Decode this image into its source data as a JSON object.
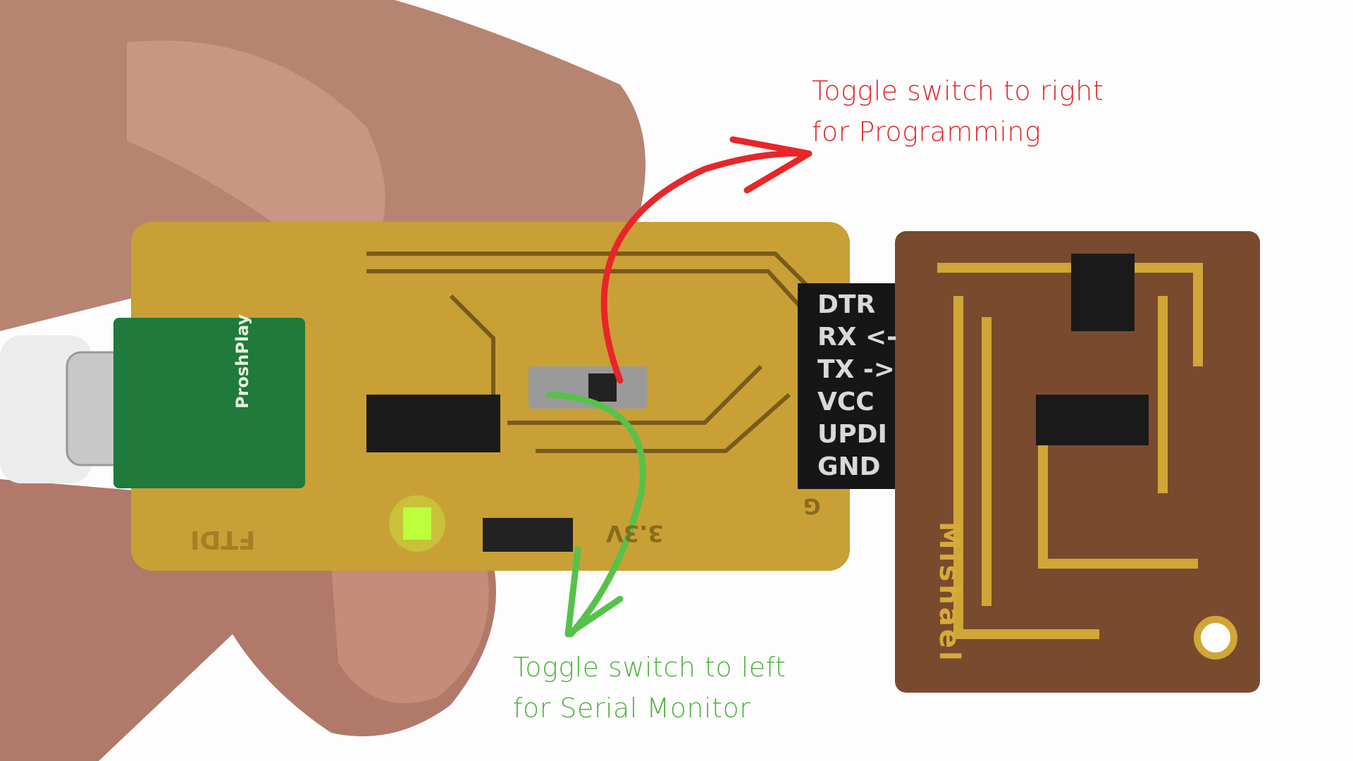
{
  "annotations": {
    "programming": {
      "line1": "Toggle switch to right",
      "line2": "for Programming",
      "color": "#e0262b"
    },
    "serial": {
      "line1": "Toggle switch to left",
      "line2": "for Serial Monitor",
      "color": "#4fb33f"
    }
  },
  "header_pins": [
    "DTR",
    "RX <-",
    "TX ->",
    "VCC",
    "UPDI",
    "GND"
  ],
  "board_labels": {
    "breakout": "ProshPlay",
    "left_board": "FTDI",
    "right_board": "Mishael",
    "voltage": "3.3V",
    "ground": "G"
  }
}
